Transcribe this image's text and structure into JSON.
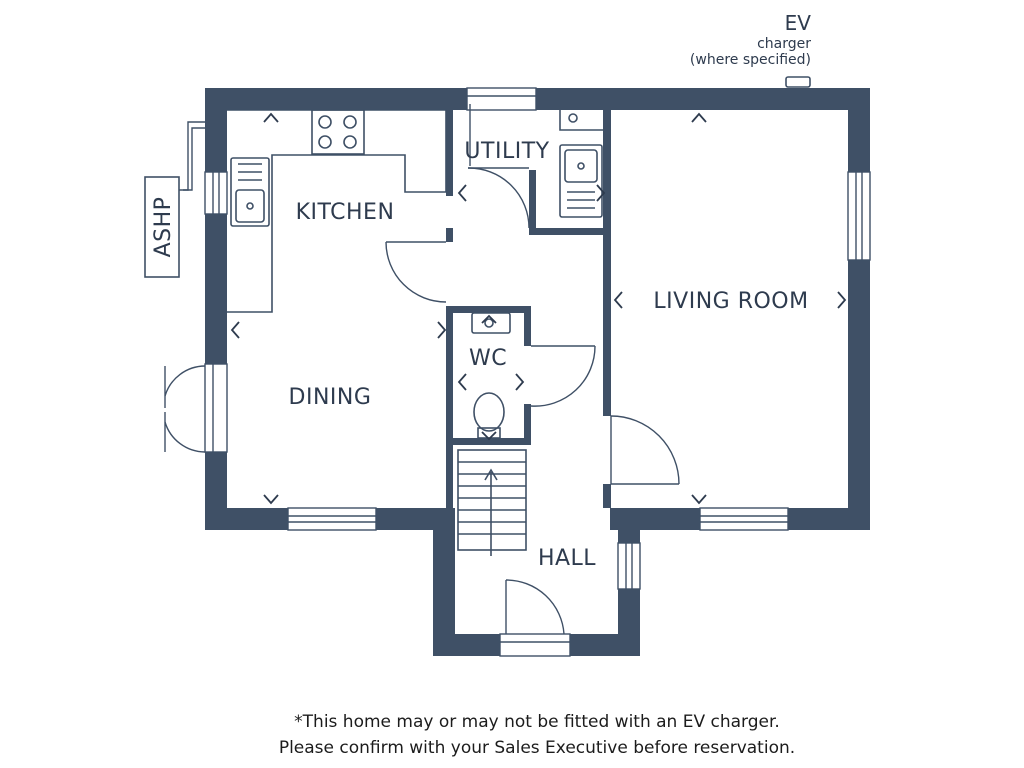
{
  "rooms": {
    "kitchen": "KITCHEN",
    "utility": "UTILITY",
    "living_room": "LIVING ROOM",
    "wc": "WC",
    "dining": "DINING",
    "hall": "HALL"
  },
  "external": {
    "ashp": "ASHP",
    "ev_title": "EV",
    "ev_line2": "charger",
    "ev_line3": "(where specified)"
  },
  "notes": {
    "line1": "*This home may or may not be fitted with an EV charger.",
    "line2": "Please confirm with your Sales Executive before reservation."
  },
  "colors": {
    "wall": "#3f5066",
    "text": "#2e3b4e"
  }
}
